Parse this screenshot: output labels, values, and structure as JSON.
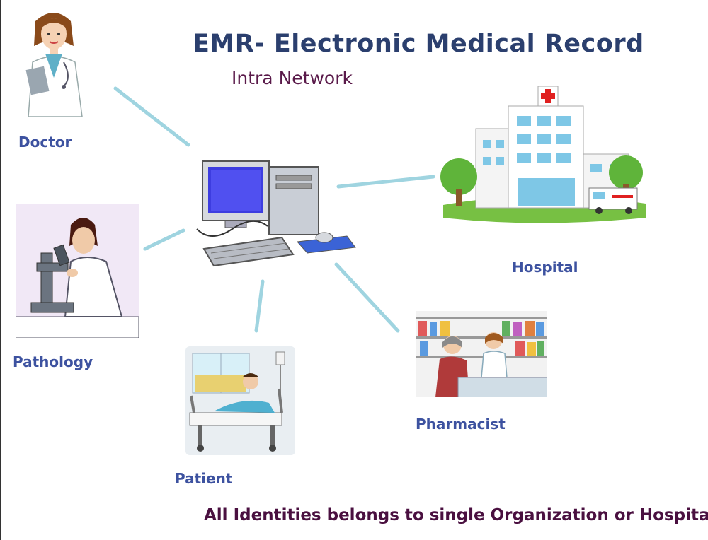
{
  "diagram": {
    "title": "EMR- Electronic Medical Record",
    "subtitle": "Intra Network",
    "footer": "All Identities belongs to single Organization or Hospital",
    "nodes": {
      "doctor": "Doctor",
      "pathology": "Pathology",
      "patient": "Patient",
      "pharmacist": "Pharmacist",
      "hospital": "Hospital"
    },
    "center_node_icon": "desktop-computer-icon",
    "colors": {
      "title": "#2b3f6e",
      "subtitle": "#5a1a4a",
      "labels": "#3d52a0",
      "footer": "#4a1040",
      "connectors": "#9fd4e0"
    }
  }
}
